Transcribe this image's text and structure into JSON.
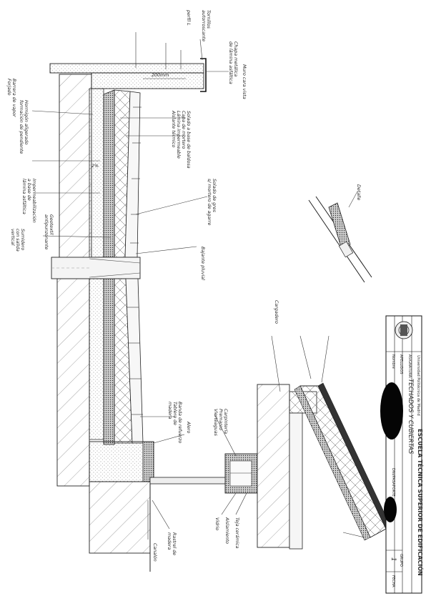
{
  "annotations": {
    "chapa_metal": "Chapa metálica",
    "lamina_asfaltica": "de lámina asfáltica",
    "tornillos": "Tornillos",
    "autorroscante": "autorroscante",
    "perfil_l": "perfil L",
    "muro_cara_vista": "Muro cara vista",
    "dim_200": "200mm",
    "solado_baldosa": "Solado a base de baldosa",
    "capa_mortero": "Capa de mortero",
    "lamina_impermeable": "Lámina impermeable",
    "aislante_termico": "Aislante térmico",
    "hormigon_aligerado": "Hormigón aligerado",
    "formacion_pendiente": "formación de pendiente",
    "barrera_vapor": "Barrera de vapor",
    "forjado": "Forjado",
    "pct_2": "2%",
    "imp_line1": "Impermeabilización",
    "imp_line2": "a base de",
    "imp_line3": "lámina asfáltica",
    "geo_line1": "Geotextil",
    "geo_line2": "antipunzonante",
    "gres_line1": "Solado de gres",
    "gres_line2": "s/ mortero de agarre",
    "bajante": "Bajante pluvial",
    "sumidero_line1": "Sumidero",
    "sumidero_line2": "con salida",
    "sumidero_line3": "vertical",
    "alero": "Alero",
    "banda": "Banda de refuerzo",
    "tablero_line1": "Tablero de",
    "tablero_line2": "madera",
    "rastrel_line1": "Rastrel de",
    "rastrel_line2": "madera",
    "canalon": "Canalón",
    "teja": "Teja cerámica",
    "aislamiento": "Aislamiento",
    "vidrio": "Vidrio",
    "carpinteria": "Carpintería",
    "premarco": "Premarco",
    "vierteaguas": "Vierteaguas",
    "cargadero": "Cargadero",
    "detalle": "Detalle"
  },
  "title_block": {
    "university": "Universidad Politécnica de Madrid",
    "school": "ESCUELA TÉCNICA SUPERIOR DE EDIFICACIÓN",
    "asignatura_label": "ASIGNATURA:",
    "apellidos_label": "APELLIDOS",
    "nombre_label": "Nombre",
    "dni_label": "DNI/PASAPORTE",
    "grupo_label": "GRUPO",
    "fecha_label": "FECHA",
    "handwritten_subject": "TECHADOS Y CUBIERTAS",
    "sheet_number": "1"
  }
}
